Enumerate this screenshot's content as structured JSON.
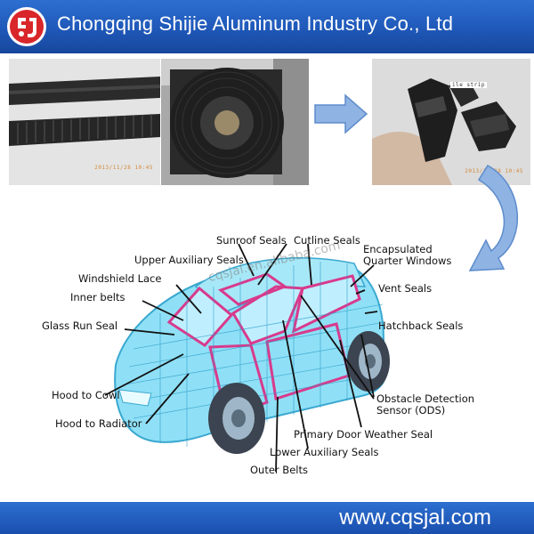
{
  "header": {
    "logo_icon": "shijie-logo-icon",
    "company_name": "Chongqing Shijie Aluminum Industry Co., Ltd",
    "background": "#1f58b8"
  },
  "photos": {
    "photo1": {
      "icon": "rubber-strip-photo",
      "stamp": "2013/11/28  10:45"
    },
    "photo2": {
      "icon": "rubber-roll-photo"
    },
    "photo3": {
      "icon": "seal-profile-photo",
      "stamp": "2013/11/28  10:45",
      "tag": "ile strip"
    }
  },
  "arrows": {
    "color": "#7aa6dd"
  },
  "diagram": {
    "watermark": "cqsjal.en.alibaba.com",
    "labels": {
      "sunroof": "Sunroof Seals",
      "cutline": "Cutline Seals",
      "encapsulated": "Encapsulated\nQuarter Windows",
      "upper_aux": "Upper Auxiliary Seals",
      "windshield": "Windshield Lace",
      "inner_belts": "Inner belts",
      "vent": "Vent Seals",
      "glass_run": "Glass Run Seal",
      "hatchback": "Hatchback Seals",
      "hood_cowl": "Hood to Cowl",
      "obstacle": "Obstacle Detection\nSensor (ODS)",
      "hood_radiator": "Hood to Radiator",
      "primary_door": "Primary Door Weather Seal",
      "lower_aux": "Lower Auxiliary Seals",
      "outer_belts": "Outer Belts"
    },
    "car_color": "#7fd6f0",
    "seal_color": "#d83a8c"
  },
  "footer": {
    "url": "www.cqsjal.com"
  }
}
